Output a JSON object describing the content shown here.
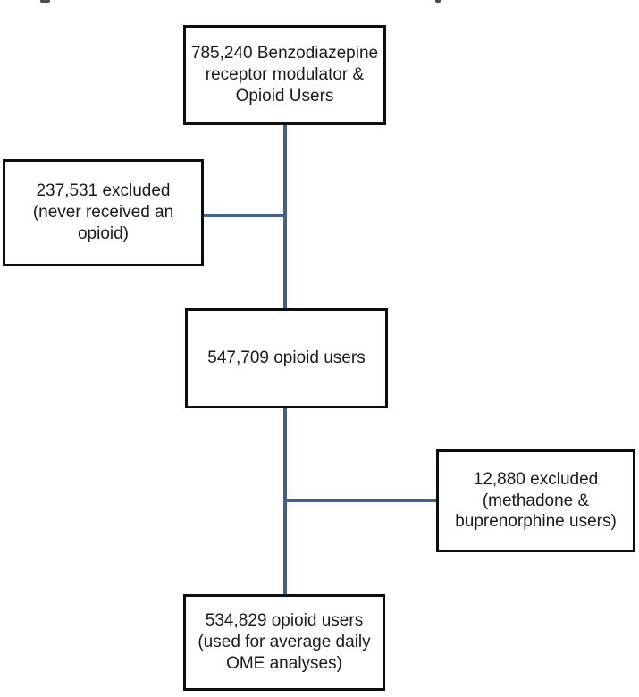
{
  "diagram": {
    "type": "flowchart",
    "description": "Cohort selection flow diagram for benzodiazepine receptor modulator and opioid users",
    "accent_color": "#40608f",
    "box_border_color": "#0d0d0d",
    "boxes": {
      "total": {
        "lines": [
          "785,240 Benzodiazepine",
          "receptor modulator &",
          "Opioid Users"
        ],
        "value": "785,240",
        "label": "Benzodiazepine receptor modulator & Opioid Users"
      },
      "excluded_left": {
        "lines": [
          "237,531 excluded",
          "(never received an",
          "opioid)"
        ],
        "value": "237,531",
        "label": "excluded (never received an opioid)"
      },
      "middle": {
        "lines": [
          "547,709 opioid users"
        ],
        "value": "547,709",
        "label": "opioid users"
      },
      "excluded_right": {
        "lines": [
          "12,880 excluded",
          "(methadone &",
          "buprenorphine users)"
        ],
        "value": "12,880",
        "label": "excluded (methadone & buprenorphine users)"
      },
      "final": {
        "lines": [
          "534,829 opioid users",
          "(used for average daily",
          "OME analyses)"
        ],
        "value": "534,829",
        "label": "opioid users (used for average daily OME analyses)"
      }
    }
  }
}
